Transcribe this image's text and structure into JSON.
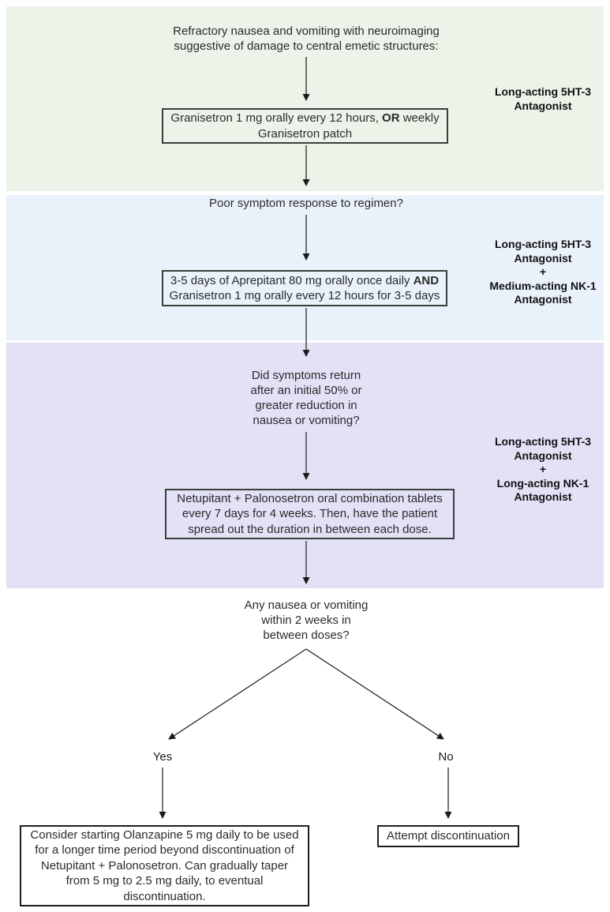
{
  "bands": [
    {
      "name": "initial-regimen",
      "color": "#ecf3e9",
      "question_lines": [
        "Refractory nausea and vomiting with neuroimaging",
        "suggestive of damage to central emetic structures:"
      ],
      "box": {
        "line1_pre": "Granisetron 1 mg orally every 12 hours, ",
        "line1_bold": "OR",
        "line1_post": " weekly",
        "line2": "Granisetron patch"
      },
      "side_label_lines": [
        "Long-acting 5HT-3",
        "Antagonist"
      ]
    },
    {
      "name": "second-regimen",
      "color": "#e9f1fa",
      "question_lines": [
        "Poor symptom response to regimen?"
      ],
      "box": {
        "line1_pre": "3-5 days of Aprepitant 80 mg orally once daily ",
        "line1_bold": "AND",
        "line1_post": "",
        "line2": "Granisetron 1 mg orally every 12 hours for 3-5 days"
      },
      "side_label_lines": [
        "Long-acting 5HT-3",
        "Antagonist",
        "+",
        "Medium-acting NK-1",
        "Antagonist"
      ]
    },
    {
      "name": "third-regimen",
      "color": "#e2e1f6",
      "question_lines": [
        "Did symptoms return",
        "after an initial 50% or",
        "greater reduction in",
        "nausea or vomiting?"
      ],
      "box_lines": [
        "Netupitant + Palonosetron oral combination tablets",
        "every 7 days for 4 weeks. Then, have the patient",
        "spread out the duration in between each dose."
      ],
      "side_label_lines": [
        "Long-acting 5HT-3",
        "Antagonist",
        "+",
        "Long-acting NK-1",
        "Antagonist"
      ]
    }
  ],
  "decision": {
    "question_lines": [
      "Any nausea or vomiting",
      "within 2 weeks in",
      "between doses?"
    ],
    "yes_label": "Yes",
    "no_label": "No",
    "yes_box_lines": [
      "Consider starting Olanzapine 5 mg daily to be used",
      "for a longer time period beyond discontinuation of",
      "Netupitant + Palonosetron. Can gradually taper",
      "from 5 mg to 2.5 mg daily, to eventual",
      "discontinuation."
    ],
    "no_box_label": "Attempt discontinuation"
  },
  "arrow_color": "#1a1a1a"
}
